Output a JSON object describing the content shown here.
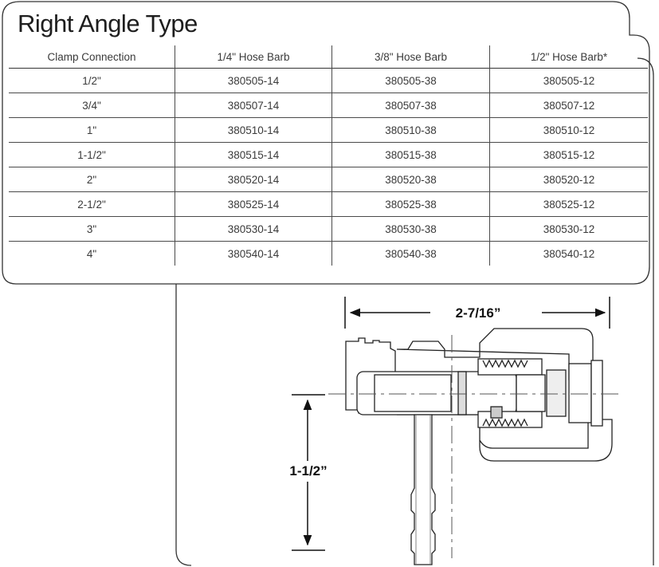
{
  "title": "Right Angle Type",
  "table": {
    "headers": [
      "Clamp Connection",
      "1/4\" Hose Barb",
      "3/8\" Hose Barb",
      "1/2\" Hose Barb*"
    ],
    "rows": [
      [
        "1/2\"",
        "380505-14",
        "380505-38",
        "380505-12"
      ],
      [
        "3/4\"",
        "380507-14",
        "380507-38",
        "380507-12"
      ],
      [
        "1\"",
        "380510-14",
        "380510-38",
        "380510-12"
      ],
      [
        "1-1/2\"",
        "380515-14",
        "380515-38",
        "380515-12"
      ],
      [
        "2\"",
        "380520-14",
        "380520-38",
        "380520-12"
      ],
      [
        "2-1/2\"",
        "380525-14",
        "380525-38",
        "380525-12"
      ],
      [
        "3\"",
        "380530-14",
        "380530-38",
        "380530-12"
      ],
      [
        "4\"",
        "380540-14",
        "380540-38",
        "380540-12"
      ]
    ]
  },
  "drawing": {
    "width_dim": "2-7/16”",
    "height_dim": "1-1/2”"
  }
}
